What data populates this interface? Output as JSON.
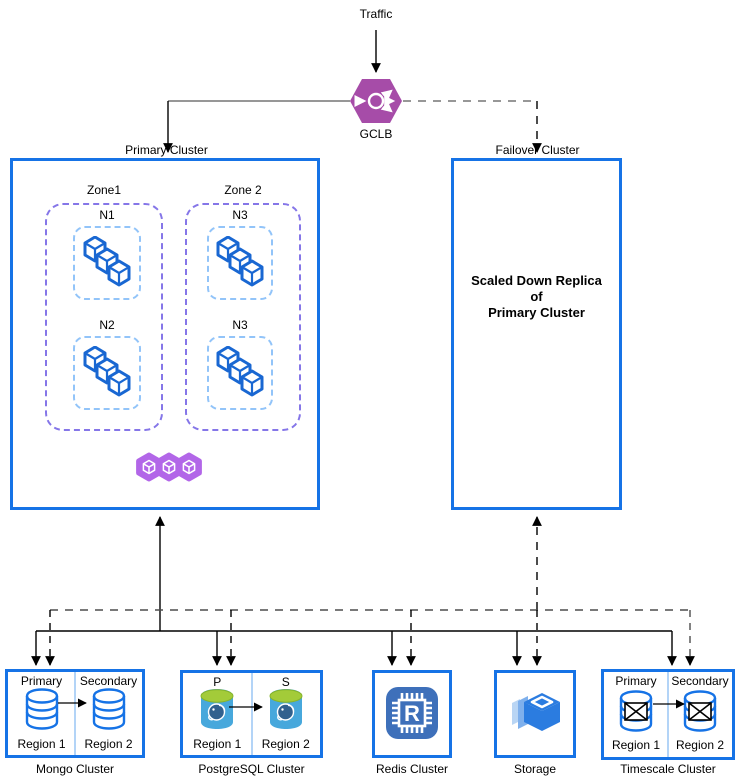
{
  "flow": {
    "traffic": "Traffic",
    "load_balancer": "GCLB"
  },
  "primary_cluster": {
    "title": "Primary Cluster",
    "zones": [
      {
        "label": "Zone1",
        "nodes": [
          "N1",
          "N2"
        ]
      },
      {
        "label": "Zone 2",
        "nodes": [
          "N3",
          "N3"
        ]
      }
    ]
  },
  "failover_cluster": {
    "title": "Failover Cluster",
    "description_lines": [
      "Scaled Down Replica",
      "of",
      "Primary Cluster"
    ]
  },
  "datastores": [
    {
      "name": "Mongo Cluster",
      "icon": "mongodb-database-icon",
      "left": {
        "role": "Primary",
        "region": "Region 1"
      },
      "right": {
        "role": "Secondary",
        "region": "Region 2"
      }
    },
    {
      "name": "PostgreSQL Cluster",
      "icon": "postgresql-icon",
      "left": {
        "role": "P",
        "region": "Region 1"
      },
      "right": {
        "role": "S",
        "region": "Region 2"
      }
    },
    {
      "name": "Redis Cluster",
      "icon": "redis-memorystore-icon",
      "icon_letter": "R"
    },
    {
      "name": "Storage",
      "icon": "cloud-storage-icon"
    },
    {
      "name": "Timescale Cluster",
      "icon": "timescaledb-icon",
      "left": {
        "role": "Primary",
        "region": "Region 1"
      },
      "right": {
        "role": "Secondary",
        "region": "Region 2"
      }
    }
  ],
  "colors": {
    "cluster_border": "#1673E6",
    "zone_border": "#8576E8",
    "node_border": "#92C4F9",
    "workload_blue": "#1967D2",
    "gke_purple": "#B266E8",
    "gclb_purple": "#A64CA8",
    "redis_blue": "#3E70BA",
    "storage_blue": "#2B7CE0",
    "postgres_green": "#A3CB39",
    "postgres_body": "#47A8DC",
    "line_gray": "#757575",
    "line_black": "#000000"
  }
}
